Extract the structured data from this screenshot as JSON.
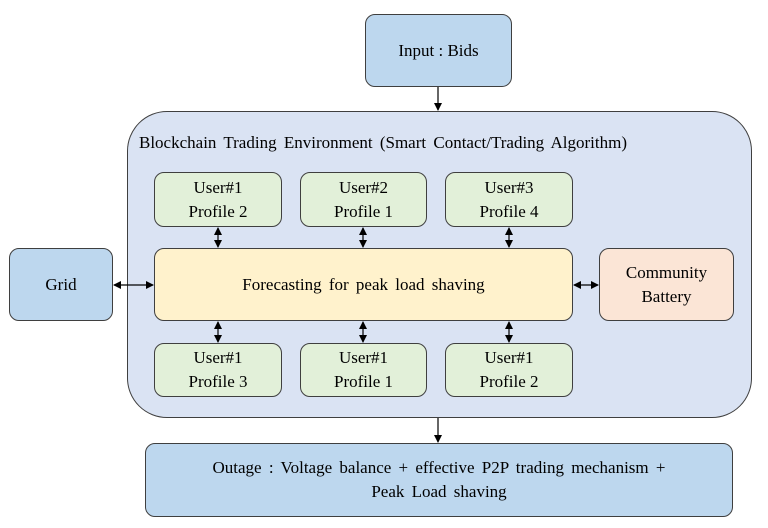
{
  "nodes": {
    "input": "Input : Bids",
    "environment": "Blockchain Trading Environment (Smart Contact/Trading Algorithm)",
    "grid": "Grid",
    "forecasting": "Forecasting for peak load shaving",
    "battery": {
      "line1": "Community",
      "line2": "Battery"
    },
    "top_users": [
      {
        "line1": "User#1",
        "line2": "Profile 2"
      },
      {
        "line1": "User#2",
        "line2": "Profile 1"
      },
      {
        "line1": "User#3",
        "line2": "Profile 4"
      }
    ],
    "bottom_users": [
      {
        "line1": "User#1",
        "line2": "Profile 3"
      },
      {
        "line1": "User#1",
        "line2": "Profile 1"
      },
      {
        "line1": "User#1",
        "line2": "Profile 2"
      }
    ],
    "outage": {
      "line1": "Outage : Voltage balance + effective P2P trading mechanism +",
      "line2": "Peak Load shaving"
    }
  },
  "colors": {
    "blue": "#bdd7ee",
    "green": "#e2f0d9",
    "yellow": "#fff2cc",
    "peach": "#fbe5d6",
    "environment": "#dae3f3"
  }
}
